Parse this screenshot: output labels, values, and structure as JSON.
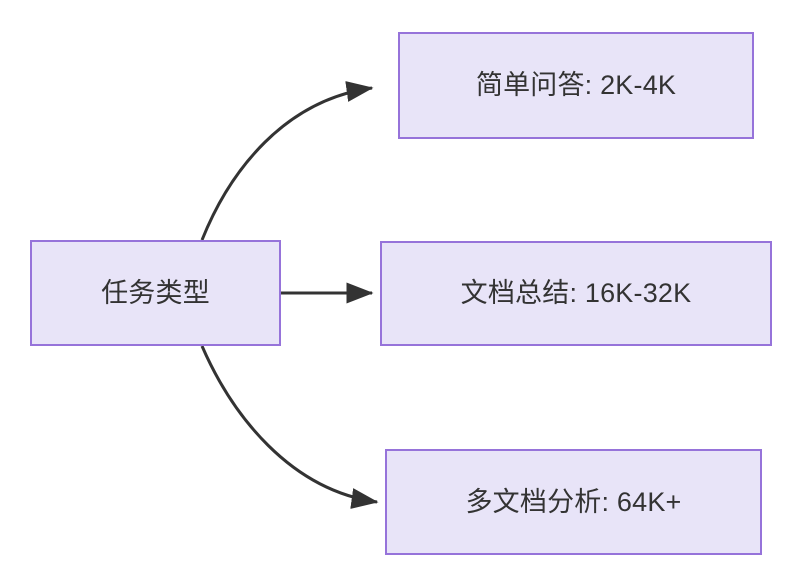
{
  "diagram": {
    "type": "flowchart",
    "direction": "left-to-right",
    "background_color": "#ffffff",
    "node_fill_color": "#e8e4f8",
    "node_border_color": "#9673da",
    "node_text_color": "#333333",
    "edge_color": "#333333",
    "nodes": [
      {
        "id": "root",
        "label": "任务类型",
        "role": "root"
      },
      {
        "id": "simple-qa",
        "label": "简单问答: 2K-4K",
        "role": "leaf"
      },
      {
        "id": "doc-sum",
        "label": "文档总结: 16K-32K",
        "role": "leaf"
      },
      {
        "id": "multi-doc",
        "label": "多文档分析: 64K+",
        "role": "leaf"
      }
    ],
    "edges": [
      {
        "id": "edge-root-simple-qa",
        "from": "root",
        "to": "simple-qa",
        "label": "",
        "style": "curved-arrow"
      },
      {
        "id": "edge-root-doc-sum",
        "from": "root",
        "to": "doc-sum",
        "label": "",
        "style": "straight-arrow"
      },
      {
        "id": "edge-root-multi-doc",
        "from": "root",
        "to": "multi-doc",
        "label": "",
        "style": "curved-arrow"
      }
    ]
  }
}
